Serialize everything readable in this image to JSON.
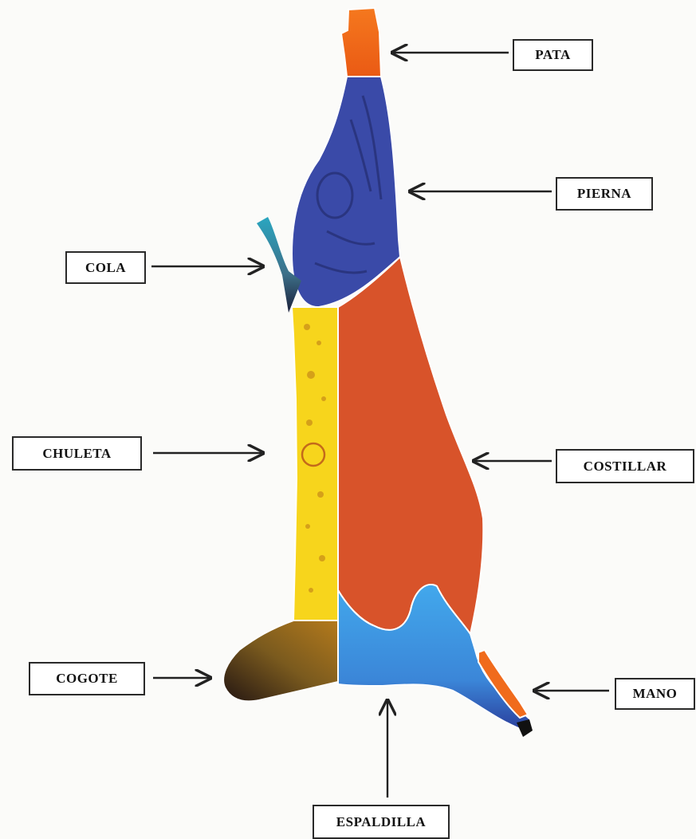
{
  "labels": {
    "pata": "PATA",
    "pierna": "PIERNA",
    "cola": "COLA",
    "chuleta": "CHULETA",
    "costillar": "COSTILLAR",
    "cogote": "COGOTE",
    "mano": "MANO",
    "espaldilla": "ESPALDILLA"
  },
  "colors": {
    "pata": "#f06b1c",
    "pierna": "#3a4aa8",
    "cola": "#2aa6c0",
    "chuleta": "#f7d51c",
    "costillar": "#d8532a",
    "cogote": "#9a6a1e",
    "espaldilla": "#3e9de0",
    "mano": "#f06b1c",
    "arrow": "#222222"
  }
}
